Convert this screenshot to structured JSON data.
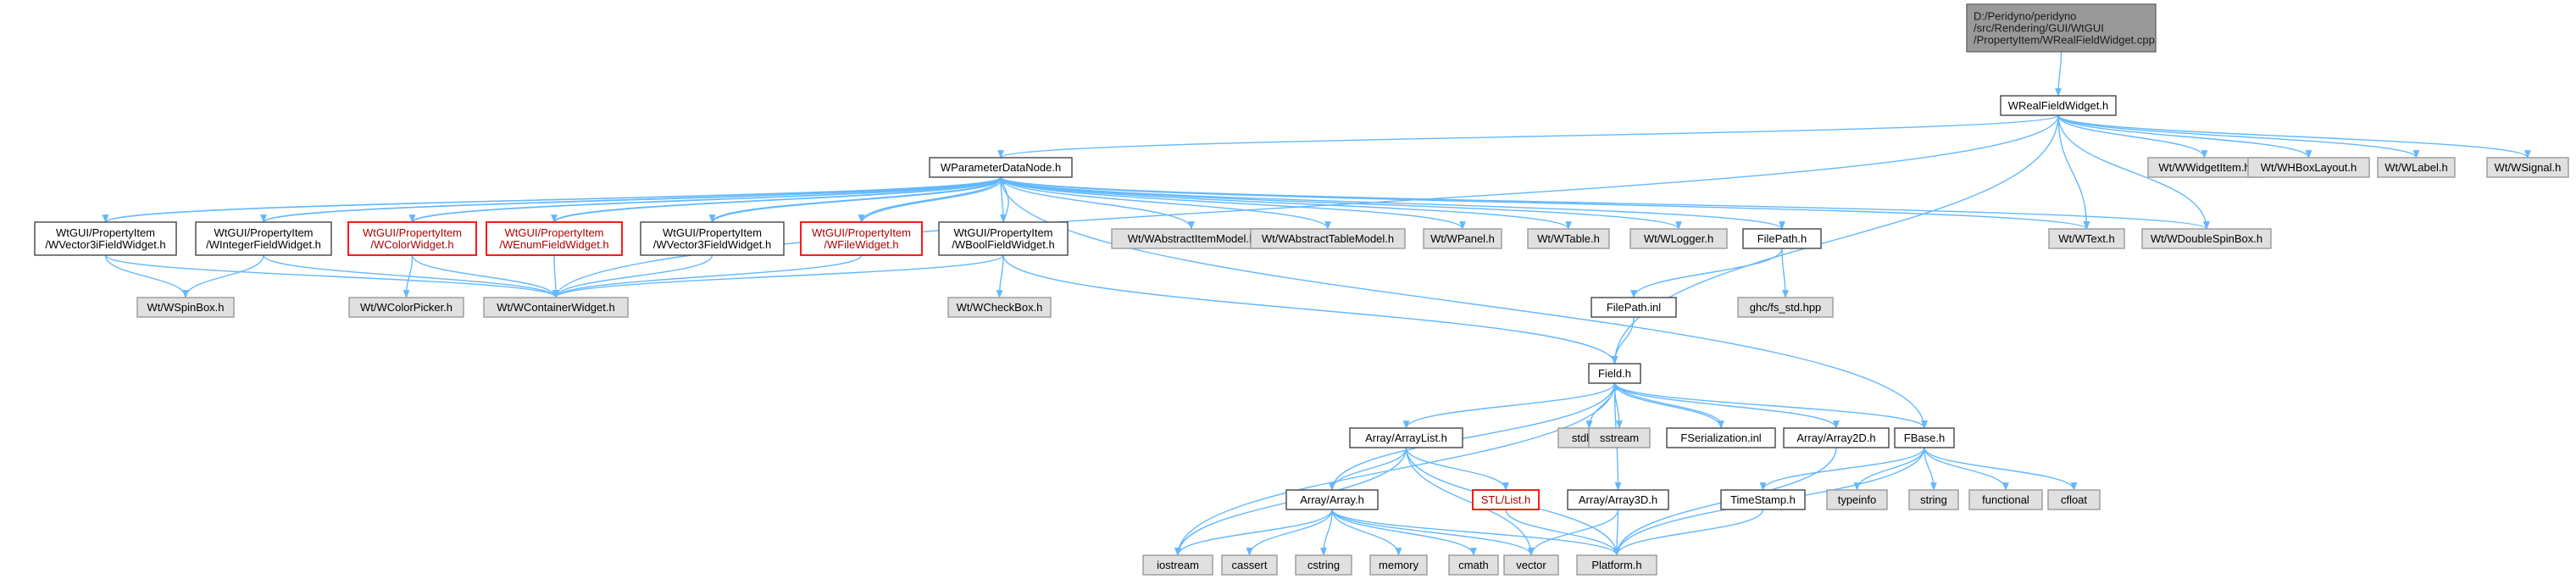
{
  "graph": {
    "nodes": [
      {
        "id": "root",
        "lines": [
          "D:/Peridyno/peridyno",
          "/src/Rendering/GUI/WtGUI",
          "/PropertyItem/WRealFieldWidget.cpp"
        ],
        "style": "root"
      },
      {
        "id": "wrealfieldwidget_h",
        "lines": [
          "WRealFieldWidget.h"
        ],
        "style": "plain"
      },
      {
        "id": "wparameterdatanode_h",
        "lines": [
          "WParameterDataNode.h"
        ],
        "style": "plain"
      },
      {
        "id": "wwidgetitem_h",
        "lines": [
          "Wt/WWidgetItem.h"
        ],
        "style": "grey"
      },
      {
        "id": "whboxlayout_h",
        "lines": [
          "Wt/WHBoxLayout.h"
        ],
        "style": "grey"
      },
      {
        "id": "wlabel_h",
        "lines": [
          "Wt/WLabel.h"
        ],
        "style": "grey"
      },
      {
        "id": "wsignal_h",
        "lines": [
          "Wt/WSignal.h"
        ],
        "style": "grey"
      },
      {
        "id": "wvector3ifieldwidget_h",
        "lines": [
          "WtGUI/PropertyItem",
          "/WVector3iFieldWidget.h"
        ],
        "style": "plain"
      },
      {
        "id": "wintegerfieldwidget_h",
        "lines": [
          "WtGUI/PropertyItem",
          "/WIntegerFieldWidget.h"
        ],
        "style": "plain"
      },
      {
        "id": "wcolorwidget_h",
        "lines": [
          "WtGUI/PropertyItem",
          "/WColorWidget.h"
        ],
        "style": "red"
      },
      {
        "id": "wenumfieldwidget_h",
        "lines": [
          "WtGUI/PropertyItem",
          "/WEnumFieldWidget.h"
        ],
        "style": "red"
      },
      {
        "id": "wvector3ffieldwidget_h",
        "lines": [
          "WtGUI/PropertyItem",
          "/WVector3FieldWidget.h"
        ],
        "style": "plain"
      },
      {
        "id": "wfilewidget_h",
        "lines": [
          "WtGUI/PropertyItem",
          "/WFileWidget.h"
        ],
        "style": "red"
      },
      {
        "id": "wboolfieldwidget_h",
        "lines": [
          "WtGUI/PropertyItem",
          "/WBoolFieldWidget.h"
        ],
        "style": "plain"
      },
      {
        "id": "wabstractitemmodel_h",
        "lines": [
          "Wt/WAbstractItemModel.h"
        ],
        "style": "grey"
      },
      {
        "id": "wabstracttablemodel_h",
        "lines": [
          "Wt/WAbstractTableModel.h"
        ],
        "style": "grey"
      },
      {
        "id": "wpanel_h",
        "lines": [
          "Wt/WPanel.h"
        ],
        "style": "grey"
      },
      {
        "id": "wtable_h",
        "lines": [
          "Wt/WTable.h"
        ],
        "style": "grey"
      },
      {
        "id": "wlogger_h",
        "lines": [
          "Wt/WLogger.h"
        ],
        "style": "grey"
      },
      {
        "id": "filepath_h",
        "lines": [
          "FilePath.h"
        ],
        "style": "plain"
      },
      {
        "id": "wtext_h",
        "lines": [
          "Wt/WText.h"
        ],
        "style": "grey"
      },
      {
        "id": "wdoublespinbox_h",
        "lines": [
          "Wt/WDoubleSpinBox.h"
        ],
        "style": "grey"
      },
      {
        "id": "wspinbox_h",
        "lines": [
          "Wt/WSpinBox.h"
        ],
        "style": "grey"
      },
      {
        "id": "wcolorpicker_h",
        "lines": [
          "Wt/WColorPicker.h"
        ],
        "style": "grey"
      },
      {
        "id": "wcontainerwidget_h",
        "lines": [
          "Wt/WContainerWidget.h"
        ],
        "style": "grey"
      },
      {
        "id": "wcheckbox_h",
        "lines": [
          "Wt/WCheckBox.h"
        ],
        "style": "grey"
      },
      {
        "id": "filepath_inl",
        "lines": [
          "FilePath.inl"
        ],
        "style": "plain"
      },
      {
        "id": "ghc_fs_std_hpp",
        "lines": [
          "ghc/fs_std.hpp"
        ],
        "style": "grey"
      },
      {
        "id": "field_h",
        "lines": [
          "Field.h"
        ],
        "style": "plain"
      },
      {
        "id": "arraylist_h",
        "lines": [
          "Array/ArrayList.h"
        ],
        "style": "plain"
      },
      {
        "id": "stdlib_h",
        "lines": [
          "stdlib.h"
        ],
        "style": "grey"
      },
      {
        "id": "sstream",
        "lines": [
          "sstream"
        ],
        "style": "grey"
      },
      {
        "id": "fserialization_inl",
        "lines": [
          "FSerialization.inl"
        ],
        "style": "plain"
      },
      {
        "id": "array2d_h",
        "lines": [
          "Array/Array2D.h"
        ],
        "style": "plain"
      },
      {
        "id": "fbase_h",
        "lines": [
          "FBase.h"
        ],
        "style": "plain"
      },
      {
        "id": "stl_list_h",
        "lines": [
          "STL/List.h"
        ],
        "style": "red"
      },
      {
        "id": "array3d_h",
        "lines": [
          "Array/Array3D.h"
        ],
        "style": "plain"
      },
      {
        "id": "array_h",
        "lines": [
          "Array/Array.h"
        ],
        "style": "plain"
      },
      {
        "id": "timestamp_h",
        "lines": [
          "TimeStamp.h"
        ],
        "style": "plain"
      },
      {
        "id": "typeinfo",
        "lines": [
          "typeinfo"
        ],
        "style": "grey"
      },
      {
        "id": "string",
        "lines": [
          "string"
        ],
        "style": "grey"
      },
      {
        "id": "functional",
        "lines": [
          "functional"
        ],
        "style": "grey"
      },
      {
        "id": "cfloat",
        "lines": [
          "cfloat"
        ],
        "style": "grey"
      },
      {
        "id": "iostream",
        "lines": [
          "iostream"
        ],
        "style": "grey"
      },
      {
        "id": "cassert",
        "lines": [
          "cassert"
        ],
        "style": "grey"
      },
      {
        "id": "cstring",
        "lines": [
          "cstring"
        ],
        "style": "grey"
      },
      {
        "id": "memory",
        "lines": [
          "memory"
        ],
        "style": "grey"
      },
      {
        "id": "cmath",
        "lines": [
          "cmath"
        ],
        "style": "grey"
      },
      {
        "id": "vector",
        "lines": [
          "vector"
        ],
        "style": "grey"
      },
      {
        "id": "platform_h",
        "lines": [
          "Platform.h"
        ],
        "style": "grey"
      }
    ],
    "edges": [
      [
        "root",
        "wrealfieldwidget_h"
      ],
      [
        "wrealfieldwidget_h",
        "wparameterdatanode_h"
      ],
      [
        "wrealfieldwidget_h",
        "wwidgetitem_h"
      ],
      [
        "wrealfieldwidget_h",
        "whboxlayout_h"
      ],
      [
        "wrealfieldwidget_h",
        "wlabel_h"
      ],
      [
        "wrealfieldwidget_h",
        "wsignal_h"
      ],
      [
        "wrealfieldwidget_h",
        "wtext_h"
      ],
      [
        "wrealfieldwidget_h",
        "wdoublespinbox_h"
      ],
      [
        "wrealfieldwidget_h",
        "field_h"
      ],
      [
        "wrealfieldwidget_h",
        "wcontainerwidget_h"
      ],
      [
        "wparameterdatanode_h",
        "wvector3ifieldwidget_h"
      ],
      [
        "wparameterdatanode_h",
        "wintegerfieldwidget_h"
      ],
      [
        "wparameterdatanode_h",
        "wcolorwidget_h"
      ],
      [
        "wparameterdatanode_h",
        "wenumfieldwidget_h"
      ],
      [
        "wparameterdatanode_h",
        "wvector3ffieldwidget_h"
      ],
      [
        "wparameterdatanode_h",
        "wfilewidget_h"
      ],
      [
        "wparameterdatanode_h",
        "wboolfieldwidget_h"
      ],
      [
        "wparameterdatanode_h",
        "wabstractitemmodel_h"
      ],
      [
        "wparameterdatanode_h",
        "wabstracttablemodel_h"
      ],
      [
        "wparameterdatanode_h",
        "wpanel_h"
      ],
      [
        "wparameterdatanode_h",
        "wtable_h"
      ],
      [
        "wparameterdatanode_h",
        "wlogger_h"
      ],
      [
        "wparameterdatanode_h",
        "filepath_h"
      ],
      [
        "wparameterdatanode_h",
        "wtext_h"
      ],
      [
        "wparameterdatanode_h",
        "wdoublespinbox_h"
      ],
      [
        "wparameterdatanode_h",
        "fbase_h"
      ],
      [
        "wvector3ifieldwidget_h",
        "wparameterdatanode_h"
      ],
      [
        "wintegerfieldwidget_h",
        "wparameterdatanode_h"
      ],
      [
        "wcolorwidget_h",
        "wparameterdatanode_h"
      ],
      [
        "wenumfieldwidget_h",
        "wparameterdatanode_h"
      ],
      [
        "wvector3ffieldwidget_h",
        "wparameterdatanode_h"
      ],
      [
        "wfilewidget_h",
        "wparameterdatanode_h"
      ],
      [
        "wboolfieldwidget_h",
        "wparameterdatanode_h"
      ],
      [
        "wvector3ifieldwidget_h",
        "wspinbox_h"
      ],
      [
        "wvector3ifieldwidget_h",
        "wcontainerwidget_h"
      ],
      [
        "wintegerfieldwidget_h",
        "wspinbox_h"
      ],
      [
        "wintegerfieldwidget_h",
        "wcontainerwidget_h"
      ],
      [
        "wcolorwidget_h",
        "wcolorpicker_h"
      ],
      [
        "wcolorwidget_h",
        "wcontainerwidget_h"
      ],
      [
        "wenumfieldwidget_h",
        "wcontainerwidget_h"
      ],
      [
        "wvector3ffieldwidget_h",
        "wcontainerwidget_h"
      ],
      [
        "wfilewidget_h",
        "wcontainerwidget_h"
      ],
      [
        "wboolfieldwidget_h",
        "wcheckbox_h"
      ],
      [
        "wboolfieldwidget_h",
        "wcontainerwidget_h"
      ],
      [
        "wboolfieldwidget_h",
        "field_h"
      ],
      [
        "filepath_h",
        "filepath_inl"
      ],
      [
        "filepath_h",
        "ghc_fs_std_hpp"
      ],
      [
        "filepath_inl",
        "field_h"
      ],
      [
        "field_h",
        "arraylist_h"
      ],
      [
        "field_h",
        "stdlib_h"
      ],
      [
        "field_h",
        "sstream"
      ],
      [
        "field_h",
        "fserialization_inl"
      ],
      [
        "fserialization_inl",
        "field_h"
      ],
      [
        "field_h",
        "array2d_h"
      ],
      [
        "field_h",
        "fbase_h"
      ],
      [
        "field_h",
        "array3d_h"
      ],
      [
        "field_h",
        "array_h"
      ],
      [
        "field_h",
        "iostream"
      ],
      [
        "arraylist_h",
        "array_h"
      ],
      [
        "arraylist_h",
        "stl_list_h"
      ],
      [
        "arraylist_h",
        "iostream"
      ],
      [
        "arraylist_h",
        "platform_h"
      ],
      [
        "arraylist_h",
        "vector"
      ],
      [
        "array2d_h",
        "platform_h"
      ],
      [
        "array3d_h",
        "platform_h"
      ],
      [
        "array3d_h",
        "vector"
      ],
      [
        "stl_list_h",
        "platform_h"
      ],
      [
        "array_h",
        "iostream"
      ],
      [
        "array_h",
        "cassert"
      ],
      [
        "array_h",
        "cstring"
      ],
      [
        "array_h",
        "memory"
      ],
      [
        "array_h",
        "cmath"
      ],
      [
        "array_h",
        "vector"
      ],
      [
        "array_h",
        "platform_h"
      ],
      [
        "fbase_h",
        "timestamp_h"
      ],
      [
        "fbase_h",
        "typeinfo"
      ],
      [
        "fbase_h",
        "string"
      ],
      [
        "fbase_h",
        "functional"
      ],
      [
        "fbase_h",
        "cfloat"
      ],
      [
        "fbase_h",
        "platform_h"
      ],
      [
        "timestamp_h",
        "platform_h"
      ]
    ]
  }
}
